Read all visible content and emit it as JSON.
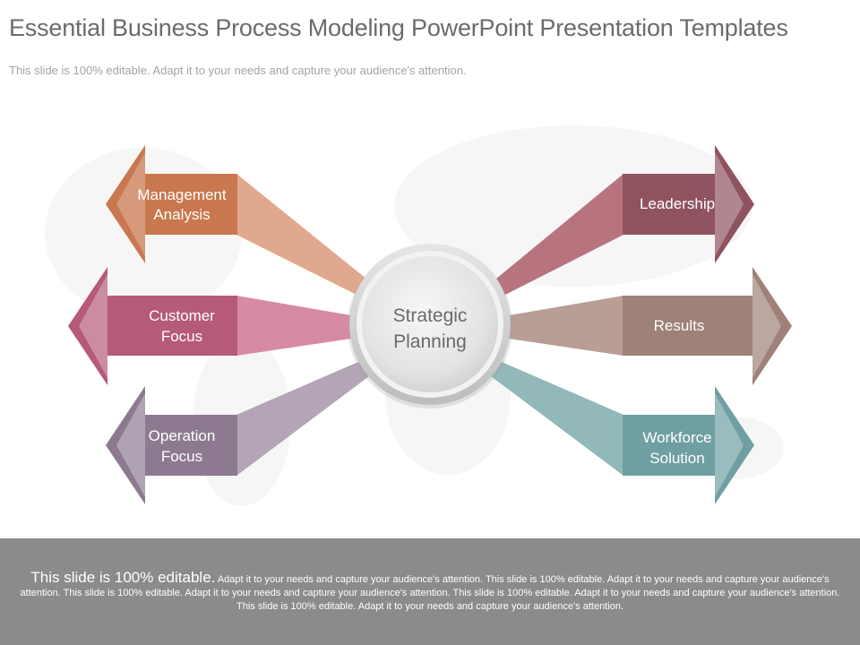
{
  "header": {
    "title": "Essential Business Process Modeling PowerPoint Presentation Templates",
    "subtitle": "This slide is 100% editable. Adapt it to your needs and capture your audience's attention."
  },
  "center": {
    "line1": "Strategic",
    "line2": "Planning"
  },
  "left_items": [
    {
      "line1": "Management",
      "line2": "Analysis",
      "color": "#c9774f"
    },
    {
      "line1": "Customer",
      "line2": "Focus",
      "color": "#b55a77"
    },
    {
      "line1": "Operation",
      "line2": "Focus",
      "color": "#8d7a91"
    }
  ],
  "right_items": [
    {
      "line1": "Leadership",
      "line2": "",
      "color": "#8f5360"
    },
    {
      "line1": "Results",
      "line2": "",
      "color": "#9e8178"
    },
    {
      "line1": "Workforce",
      "line2": "Solution",
      "color": "#6f9fa2"
    }
  ],
  "footer": {
    "lead": "This slide is 100% editable.",
    "body": "Adapt it to your needs and capture your audience's attention. This slide is 100% editable. Adapt it to your needs and capture your audience's attention. This slide is 100% editable. Adapt it to your needs and capture your audience's attention. This slide is 100% editable. Adapt it to your needs and capture your audience's attention. This slide is 100% editable. Adapt it to your needs and capture your audience's attention."
  }
}
